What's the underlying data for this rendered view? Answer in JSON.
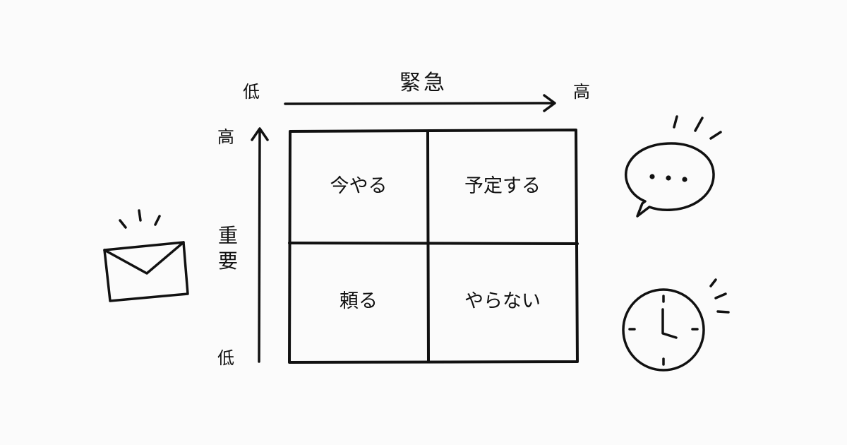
{
  "axes": {
    "x": {
      "title": "緊急",
      "low": "低",
      "high": "高"
    },
    "y": {
      "title": "重要",
      "low": "低",
      "high": "高"
    }
  },
  "quadrants": {
    "top_left": "今やる",
    "top_right": "予定する",
    "bottom_left": "頼る",
    "bottom_right": "やらない"
  },
  "icons": [
    "envelope-icon",
    "speech-bubble-icon",
    "clock-icon"
  ],
  "colors": {
    "background": "#fbfbfb",
    "ink": "#111111"
  }
}
